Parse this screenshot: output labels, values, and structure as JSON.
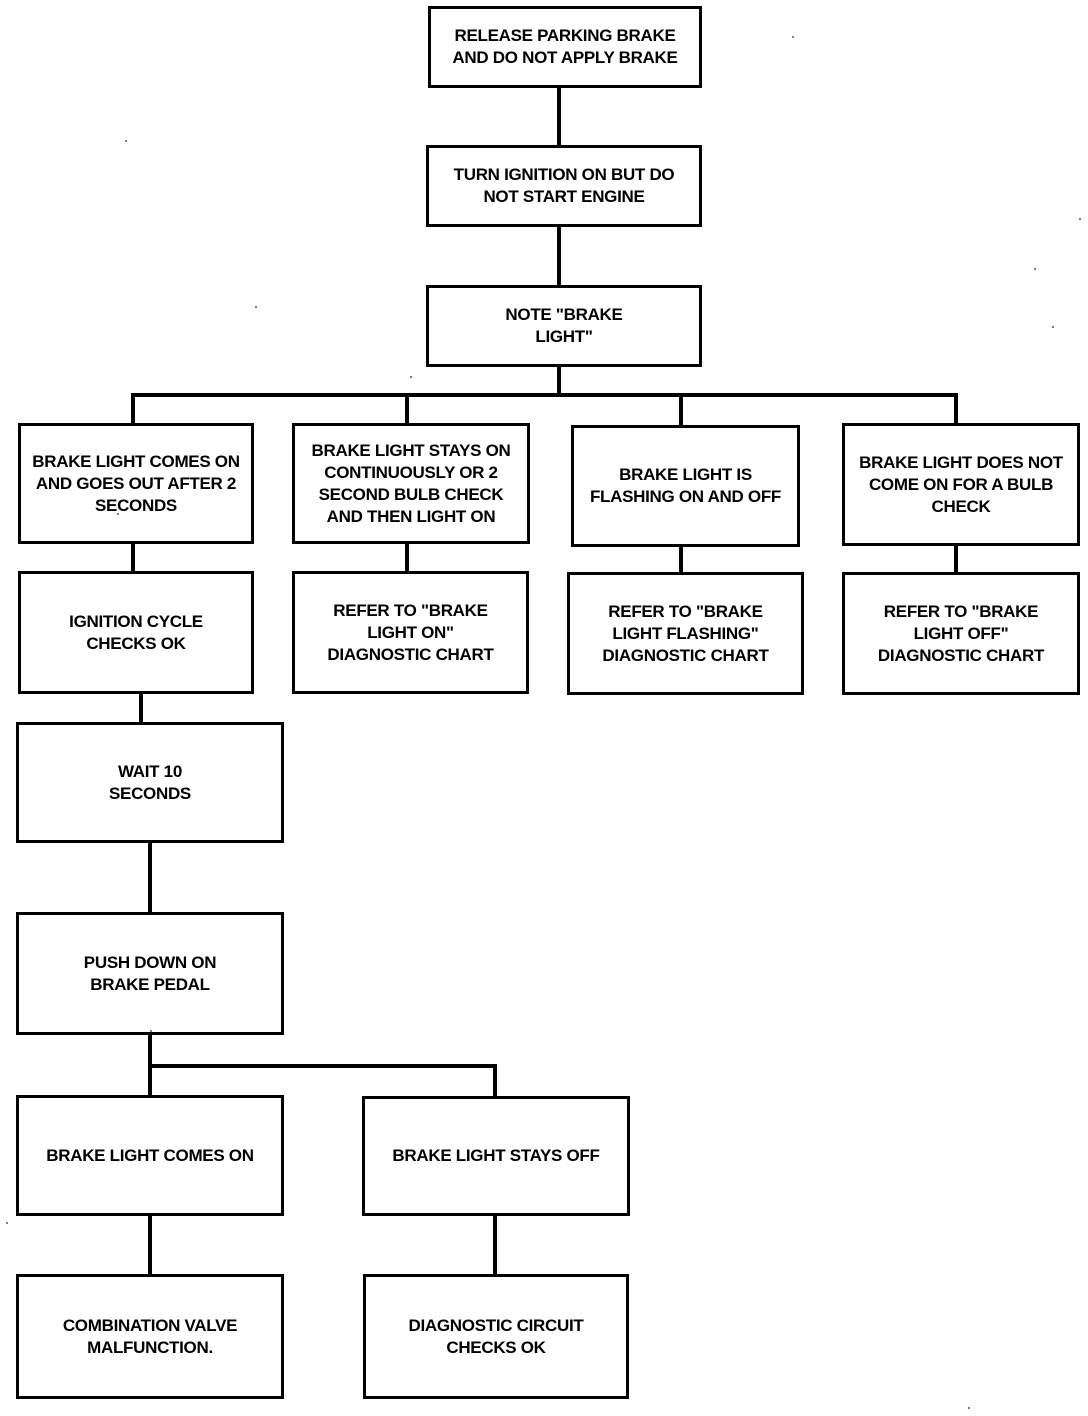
{
  "flowchart": {
    "nodes": {
      "release_brake": "RELEASE PARKING BRAKE\nAND DO NOT APPLY BRAKE",
      "ignition_on": "TURN IGNITION ON BUT DO\nNOT START ENGINE",
      "note_light": "NOTE \"BRAKE\nLIGHT\"",
      "comes_on_goes_out": "BRAKE LIGHT COMES ON\nAND GOES OUT AFTER 2\nSECONDS",
      "stays_on": "BRAKE LIGHT STAYS ON\nCONTINUOUSLY OR 2\nSECOND BULB CHECK\nAND THEN LIGHT ON",
      "flashing": "BRAKE LIGHT IS\nFLASHING ON AND OFF",
      "no_bulb_check": "BRAKE LIGHT DOES NOT\nCOME ON FOR A BULB\nCHECK",
      "ignition_cycle_ok": "IGNITION CYCLE\nCHECKS OK",
      "refer_light_on": "REFER TO \"BRAKE\nLIGHT ON\"\nDIAGNOSTIC CHART",
      "refer_light_flashing": "REFER TO \"BRAKE\nLIGHT FLASHING\"\nDIAGNOSTIC CHART",
      "refer_light_off": "REFER TO \"BRAKE\nLIGHT OFF\"\nDIAGNOSTIC CHART",
      "wait_10": "WAIT 10\nSECONDS",
      "push_pedal": "PUSH DOWN ON\nBRAKE PEDAL",
      "light_comes_on": "BRAKE LIGHT COMES ON",
      "light_stays_off": "BRAKE LIGHT STAYS OFF",
      "valve_malfunction": "COMBINATION VALVE\nMALFUNCTION.",
      "circuit_ok": "DIAGNOSTIC CIRCUIT\nCHECKS OK"
    },
    "colors": {
      "stroke": "#000000",
      "background": "#ffffff"
    }
  }
}
